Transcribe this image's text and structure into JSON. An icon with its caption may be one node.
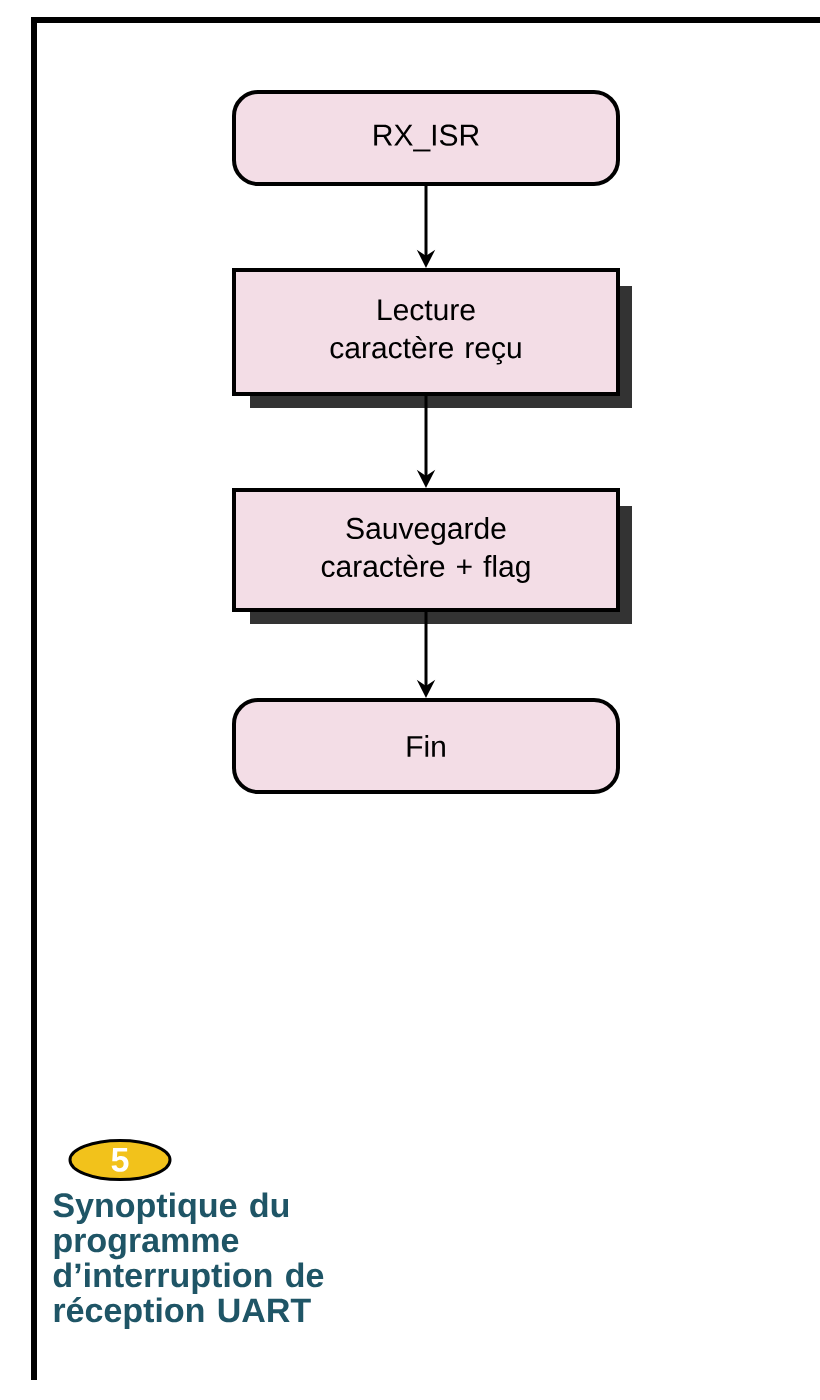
{
  "diagram": {
    "caption": "Synoptique du programme d’interruption de réception UART",
    "nodes": [
      {
        "text": [
          "RX_ISR"
        ]
      },
      {
        "text": [
          "Lecture caractère reçu"
        ]
      },
      {
        "text": [
          "Sauvegarde caractère + flag"
        ]
      },
      {
        "text": [
          "Fin"
        ]
      }
    ],
    "edges": [
      {
        "from": 0,
        "to": 1,
        "arrow": "to"
      },
      {
        "from": 1,
        "to": 2,
        "arrow": "to"
      },
      {
        "from": 2,
        "to": 3,
        "arrow": "to"
      }
    ],
    "labels": [
      "5"
    ]
  }
}
